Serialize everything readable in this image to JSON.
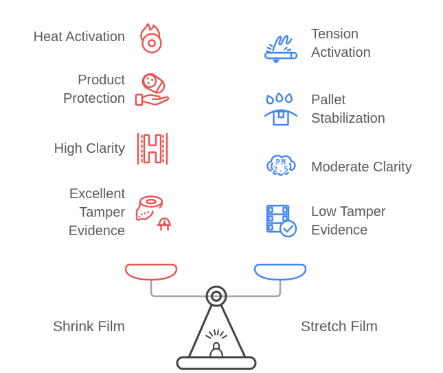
{
  "palette": {
    "shrink_red": "#e8534f",
    "stretch_blue": "#4285f4",
    "text_gray": "#58595b",
    "scale_dark": "#424242",
    "beam_gray": "#a6a6a6",
    "background": "#ffffff"
  },
  "left_column": {
    "side": "Shrink Film attributes",
    "items": [
      {
        "name": "heat-activation",
        "icon": "flame-roll-icon",
        "lines": [
          "Heat Activation"
        ]
      },
      {
        "name": "product-protection",
        "icon": "wrapped-product-hand-icon",
        "lines": [
          "Product",
          "Protection"
        ]
      },
      {
        "name": "high-clarity",
        "icon": "film-strip-h-icon",
        "lines": [
          "High Clarity"
        ]
      },
      {
        "name": "excellent-tamper-evidence",
        "icon": "tape-roll-lock-icon",
        "lines": [
          "Excellent",
          "Tamper",
          "Evidence"
        ]
      }
    ]
  },
  "right_column": {
    "side": "Stretch Film attributes",
    "items": [
      {
        "name": "tension-activation",
        "icon": "stretch-tension-icon",
        "lines": [
          "Tension",
          "Activation"
        ]
      },
      {
        "name": "pallet-stabilization",
        "icon": "drops-over-box-icon",
        "lines": [
          "Pallet",
          "Stabilization"
        ]
      },
      {
        "name": "moderate-clarity",
        "icon": "pm25-cloud-icon",
        "icon_text": {
          "line1": "PM",
          "line2": "2.5"
        },
        "lines": [
          "Moderate Clarity"
        ]
      },
      {
        "name": "low-tamper-evidence",
        "icon": "film-check-icon",
        "lines": [
          "Low Tamper",
          "Evidence"
        ]
      }
    ]
  },
  "scale": {
    "left_label": "Shrink Film",
    "right_label": "Stretch Film"
  }
}
